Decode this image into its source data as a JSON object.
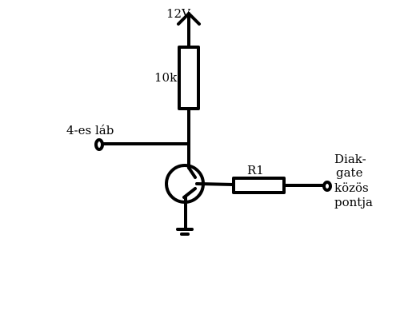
{
  "labels": {
    "supply": "12V",
    "resistor_top": "10k",
    "input_pin": "4-es láb",
    "resistor_r1": "R1",
    "output_line1": "Diak-",
    "output_line2": "gate",
    "output_line3": "közös",
    "output_line4": "pontja"
  },
  "colors": {
    "stroke": "#000000",
    "background": "#ffffff"
  }
}
